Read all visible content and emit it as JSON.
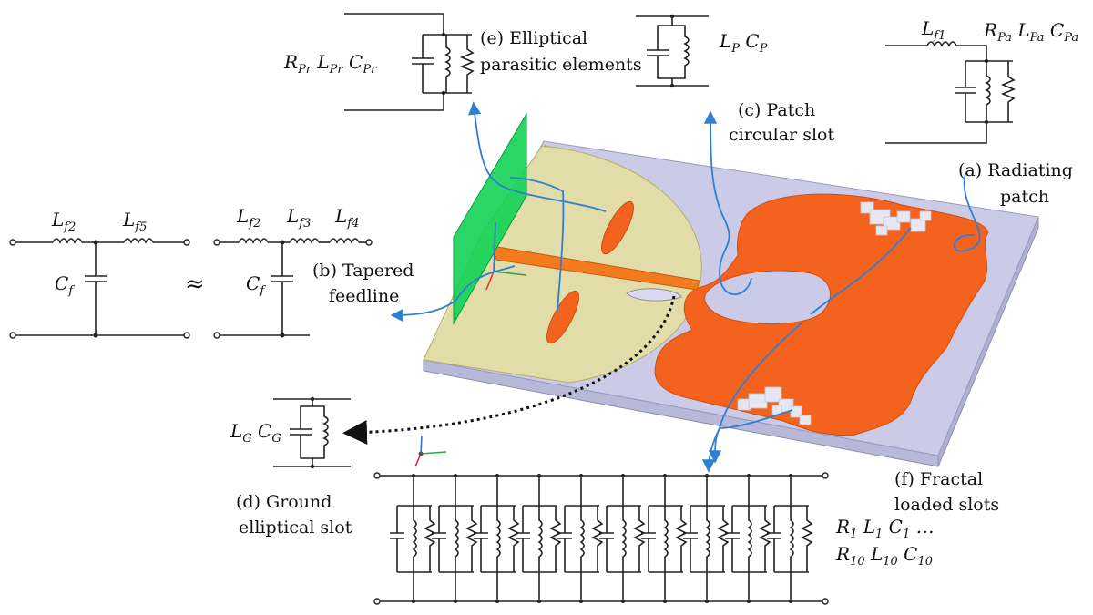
{
  "labels": {
    "radiating_patch_1": "(a) Radiating",
    "radiating_patch_2": "patch",
    "tapered_feedline_1": "(b) Tapered",
    "tapered_feedline_2": "feedline",
    "patch_slot_1": "(c) Patch",
    "patch_slot_2": "circular slot",
    "ground_slot_1": "(d) Ground",
    "ground_slot_2": "elliptical slot",
    "parasitic_1": "(e) Elliptical",
    "parasitic_2": "parasitic elements",
    "fractal_1": "(f) Fractal",
    "fractal_2": "loaded slots",
    "approx": "≈"
  },
  "symbols": {
    "Lf1": {
      "base": "L",
      "sub": "f1"
    },
    "Lf2a": {
      "base": "L",
      "sub": "f2"
    },
    "Lf5": {
      "base": "L",
      "sub": "f5"
    },
    "Cf_a": {
      "base": "C",
      "sub": "f"
    },
    "Lf2b": {
      "base": "L",
      "sub": "f2"
    },
    "Lf3": {
      "base": "L",
      "sub": "f3"
    },
    "Lf4": {
      "base": "L",
      "sub": "f4"
    },
    "Cf_b": {
      "base": "C",
      "sub": "f"
    },
    "RPaLPaCPa": [
      {
        "base": "R",
        "sub": "Pa"
      },
      {
        "base": "L",
        "sub": "Pa"
      },
      {
        "base": "C",
        "sub": "Pa"
      }
    ],
    "RPrLPrCPr": [
      {
        "base": "R",
        "sub": "Pr"
      },
      {
        "base": "L",
        "sub": "Pr"
      },
      {
        "base": "C",
        "sub": "Pr"
      }
    ],
    "LPCP": [
      {
        "base": "L",
        "sub": "P"
      },
      {
        "base": "C",
        "sub": "P"
      }
    ],
    "LGCG": [
      {
        "base": "L",
        "sub": "G"
      },
      {
        "base": "C",
        "sub": "G"
      }
    ],
    "R1L1C1": [
      {
        "base": "R",
        "sub": "1"
      },
      {
        "base": "L",
        "sub": "1"
      },
      {
        "base": "C",
        "sub": "1"
      },
      {
        "base": " …",
        "sub": ""
      }
    ],
    "R10L10C10": [
      {
        "base": "R",
        "sub": "10"
      },
      {
        "base": "L",
        "sub": "10"
      },
      {
        "base": "C",
        "sub": "10"
      }
    ]
  },
  "colors": {
    "patch": "#f4631e",
    "substrate": "#c9c9e6",
    "ground": "#e3dd9a",
    "parasitic_plane": "#12d155",
    "arrow": "#2f7fd4",
    "wire": "#222222"
  }
}
